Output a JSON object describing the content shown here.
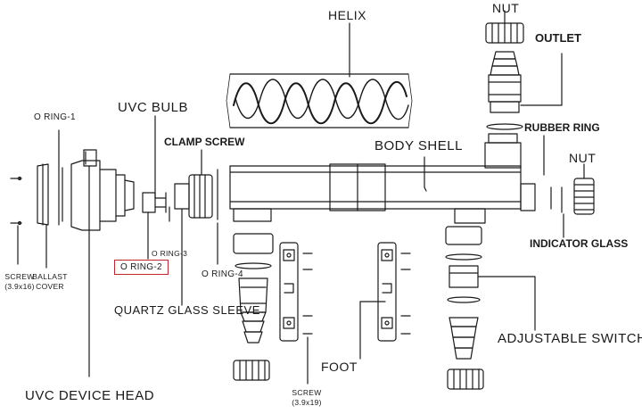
{
  "labels": {
    "nut_top": "NUT",
    "outlet": "OUTLET",
    "helix": "HELIX",
    "rubber_ring": "RUBBER RING",
    "nut_right": "NUT",
    "o_ring_1": "O RING-1",
    "uvc_bulb": "UVC BULB",
    "clamp_screw": "CLAMP SCREW",
    "body_shell": "BODY SHELL",
    "indicator_glass": "INDICATOR GLASS",
    "o_ring_3": "O RING-3",
    "o_ring_2": "O RING-2",
    "o_ring_4": "O RING-4",
    "screw_left": "SCREW",
    "screw_left_size": "(3.9x16)",
    "ballast": "BALLAST",
    "cover": "COVER",
    "quartz_glass_sleeve": "QUARTZ GLASS SLEEVE",
    "foot": "FOOT",
    "adjustable_switch": "ADJUSTABLE SWITCH",
    "uvc_device_head": "UVC DEVICE HEAD",
    "screw_bottom": "SCREW",
    "screw_bottom_size": "(3.9x19)"
  },
  "colors": {
    "ink": "#1a1a1a",
    "highlight_box": "#c0262d",
    "background": "#ffffff"
  }
}
